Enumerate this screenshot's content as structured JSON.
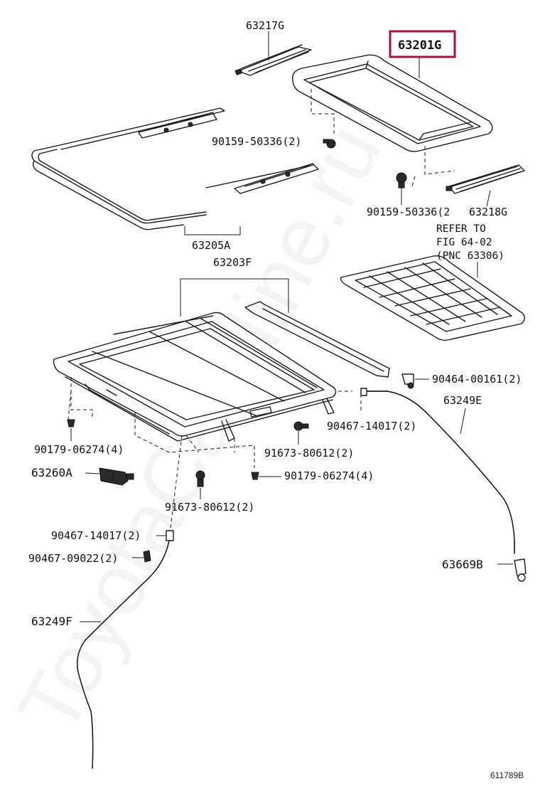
{
  "diagram": {
    "highlight_color": "#a4123f",
    "labels": {
      "p63217G": "63217G",
      "p63201G": "63201G",
      "p90159_a": "90159-50336(2)",
      "p90159_b": "90159-50336(2",
      "p63218G": "63218G",
      "p63205A": "63205A",
      "refer1": "REFER TO",
      "refer2": "FIG 64-02",
      "refer3": "(PNC 63306)",
      "p63203F": "63203F",
      "p90464": "90464-00161(2)",
      "p63249E": "63249E",
      "p90467_a": "90467-14017(2)",
      "p90179_a": "90179-06274(4)",
      "p91673_a": "91673-80612(2)",
      "p63260A": "63260A",
      "p90179_b": "90179-06274(4)",
      "p91673_b": "91673-80612(2)",
      "p90467_b": "90467-14017(2)",
      "p90467_c": "90467-09022(2)",
      "p63669B": "63669B",
      "p63249F": "63249F",
      "figure_id": "611789B"
    },
    "watermark": "ToyotaCarMine.ru"
  }
}
